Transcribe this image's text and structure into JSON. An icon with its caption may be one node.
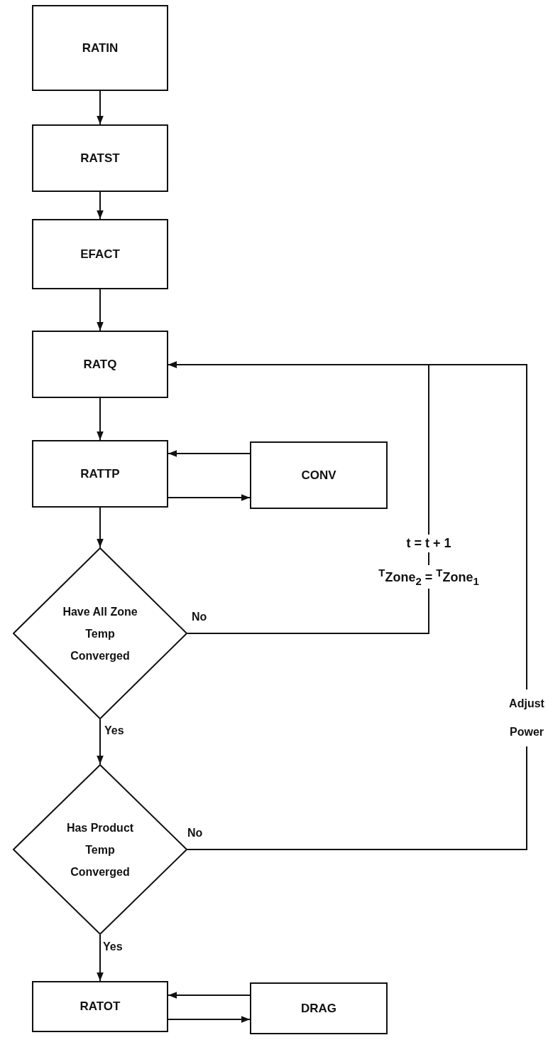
{
  "diagram": {
    "nodes": [
      {
        "text": [
          "RATIN"
        ]
      },
      {
        "text": [
          "RATST"
        ]
      },
      {
        "text": [
          "EFACT"
        ]
      },
      {
        "text": [
          "RATQ"
        ]
      },
      {
        "text": [
          "RATTP"
        ]
      },
      {
        "text": [
          "CONV"
        ]
      },
      {
        "text": [
          "Have All Zone Temp Converged"
        ]
      },
      {
        "text": [
          "Has Product Temp Converged"
        ]
      },
      {
        "text": [
          "RATOT"
        ]
      },
      {
        "text": [
          "DRAG"
        ]
      }
    ],
    "edges": [
      {
        "from": 0,
        "to": 1,
        "arrow": "to"
      },
      {
        "from": 1,
        "to": 2,
        "arrow": "to"
      },
      {
        "from": 2,
        "to": 3,
        "arrow": "to"
      },
      {
        "from": 3,
        "to": 4,
        "arrow": "to"
      },
      {
        "from": 5,
        "to": 4,
        "arrow": "to"
      },
      {
        "from": 4,
        "to": 5,
        "arrow": "to"
      },
      {
        "from": 4,
        "to": 6,
        "arrow": "to"
      },
      {
        "from": 6,
        "to": 3,
        "arrow": "to",
        "label": "No"
      },
      {
        "from": 6,
        "to": 7,
        "arrow": "to",
        "label": "Yes"
      },
      {
        "from": 7,
        "to": 3,
        "arrow": "to",
        "label": "No"
      },
      {
        "from": 9,
        "to": 8,
        "arrow": "to"
      },
      {
        "from": 8,
        "to": 9,
        "arrow": "to"
      },
      {
        "from": 7,
        "to": 8,
        "arrow": "to",
        "label": "Yes"
      }
    ],
    "labels": [
      "t = t + 1",
      "$^{T}$Zone$_{2}$ = $^{T}$Zone$_{1}$",
      "Adjust Power"
    ]
  }
}
